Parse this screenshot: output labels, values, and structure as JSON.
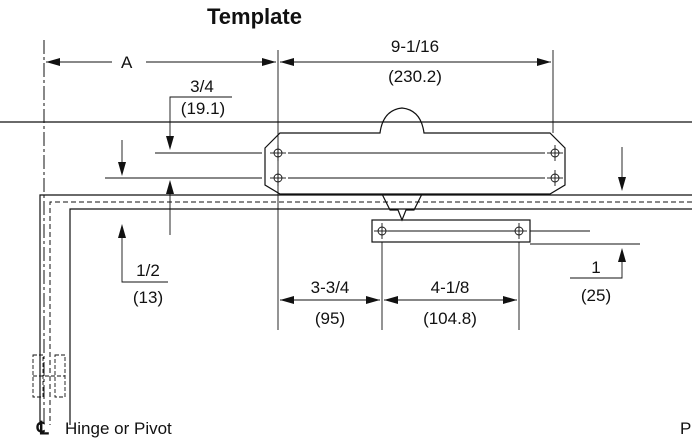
{
  "title": "Template",
  "labels": {
    "a": "A",
    "width_in": "9-1/16",
    "width_mm": "(230.2)",
    "top_offset_in": "3/4",
    "top_offset_mm": "(19.1)",
    "bottom_offset_in": "1/2",
    "bottom_offset_mm": "(13)",
    "arm_offset_in": "3-3/4",
    "arm_offset_mm": "(95)",
    "shoe_width_in": "4-1/8",
    "shoe_width_mm": "(104.8)",
    "shoe_drop_in": "1",
    "shoe_drop_mm": "(25)",
    "centerline_symbol": "℄",
    "hinge": "Hinge or Pivot",
    "edge_fragment": "P"
  }
}
